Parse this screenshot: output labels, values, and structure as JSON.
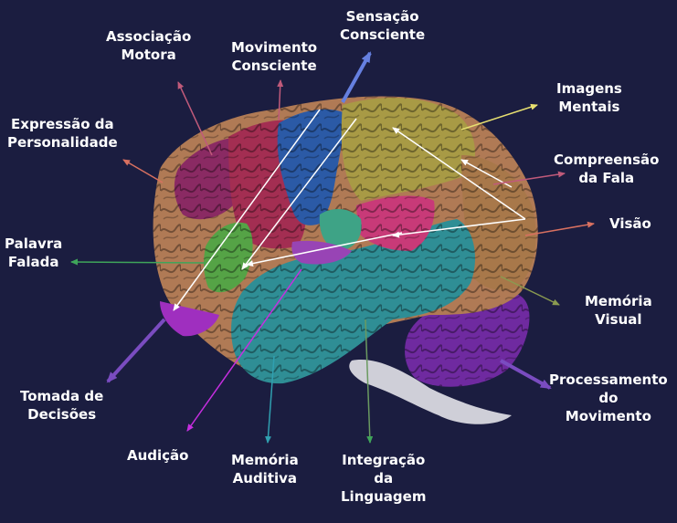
{
  "labels": {
    "sensacao_consciente": [
      "Sensação",
      "Consciente"
    ],
    "associacao_motora": [
      "Associação",
      "Motora"
    ],
    "movimento_consciente": [
      "Movimento",
      "Consciente"
    ],
    "imagens_mentais": [
      "Imagens",
      "Mentais"
    ],
    "expressao_personalidade": [
      "Expressão da",
      "Personalidade"
    ],
    "compreensao_fala": [
      "Compreensão",
      "da Fala"
    ],
    "visao": [
      "Visão"
    ],
    "palavra_falada": [
      "Palavra",
      "Falada"
    ],
    "memoria_visual": [
      "Memória",
      "Visual"
    ],
    "processamento_movimento": [
      "Processamento",
      "do",
      "Movimento"
    ],
    "tomada_decisoes": [
      "Tomada de",
      "Decisões"
    ],
    "audicao": [
      "Audição"
    ],
    "memoria_auditiva": [
      "Memória",
      "Auditiva"
    ],
    "integracao_linguagem": [
      "Integração",
      "da",
      "Linguagem"
    ]
  },
  "colors": {
    "background": "#1b1d40",
    "frontal": "#b07a55",
    "prefrontal_magenta": "#8a2a63",
    "motor": "#a32e52",
    "somatosensory": "#2b5aa6",
    "parietal": "#a89a45",
    "occipital": "#a8784a",
    "temporal": "#2f8e95",
    "broca": "#55a346",
    "wernicke": "#c83a78",
    "auditory_green": "#3ea386",
    "auditory_purple": "#9844b5",
    "cerebellum": "#6f2aa0",
    "brainstem": "#cfcfd8",
    "orbital": "#9f2fbf"
  }
}
